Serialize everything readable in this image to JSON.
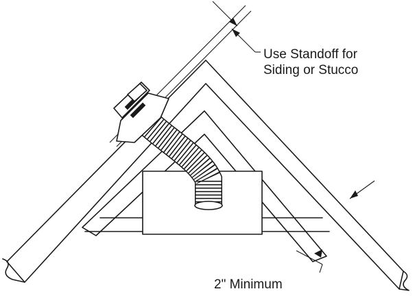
{
  "labels": {
    "standoff_line1": "Use Standoff for",
    "standoff_line2": "Siding or Stucco",
    "minimum": "2\" Minimum"
  },
  "colors": {
    "line": "#1a1a1a",
    "background": "#ffffff"
  }
}
